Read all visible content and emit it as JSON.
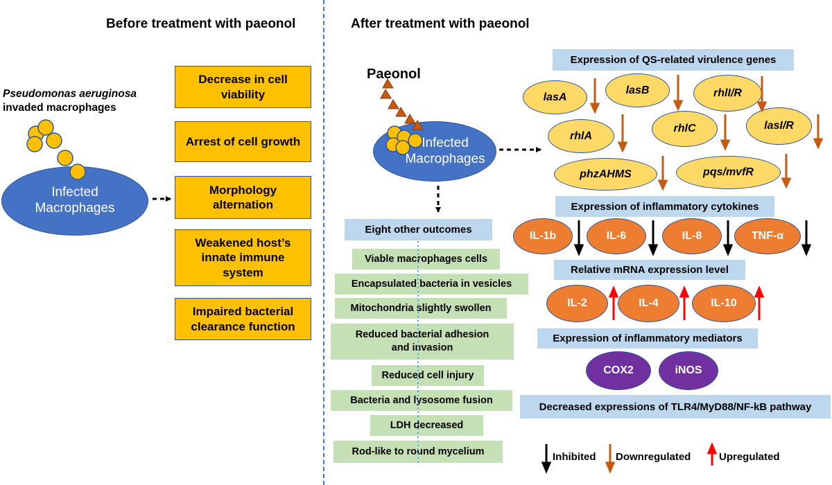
{
  "colors": {
    "divider": "#4472c4",
    "macrophage": "#4472c4",
    "bacteria": "#ffc000",
    "outcome_box": "#ffc000",
    "header_box": "#bdd7ee",
    "green_box": "#c5e0b4",
    "gene_oval": "#ffd966",
    "cytokine_oval": "#ed7d31",
    "mediator_oval": "#7030a0",
    "paeonol_triangle": "#c55a11",
    "inhibited_arrow": "#000000",
    "downregulated_arrow": "#c55a11",
    "upregulated_arrow": "#ff0000"
  },
  "left": {
    "heading": "Before treatment with paeonol",
    "caption_italic": "Pseudomonas aeruginosa",
    "caption_rest": "invaded macrophages",
    "macrophage_line1": "Infected",
    "macrophage_line2": "Macrophages",
    "outcomes": [
      "Decrease in cell viability",
      "Arrest of cell growth",
      "Morphology alternation",
      "Weakened host’s innate immune system",
      "Impaired bacterial clearance function"
    ]
  },
  "right": {
    "heading": "After treatment with paeonol",
    "paeonol_label": "Paeonol",
    "macrophage_line1": "Infected",
    "macrophage_line2": "Macrophages",
    "other_outcomes_title": "Eight other outcomes",
    "other_outcomes": [
      "Viable macrophages cells",
      "Encapsulated bacteria in vesicles",
      "Mitochondria slightly swollen",
      "Reduced bacterial adhesion and invasion",
      "Reduced cell injury",
      "Bacteria and lysosome fusion",
      "LDH decreased",
      "Rod-like to round mycelium"
    ],
    "qs_title": "Expression of QS-related virulence genes",
    "qs_genes": [
      "lasA",
      "lasB",
      "rhlI/R",
      "rhlA",
      "rhlC",
      "lasI/R",
      "phzAHMS",
      "pqs/mvfR"
    ],
    "cytokines_title": "Expression of inflammatory cytokines",
    "cytokines": [
      "IL-1b",
      "IL-6",
      "IL-8",
      "TNF-α"
    ],
    "mrna_title": "Relative mRNA expression level",
    "mrna": [
      "IL-2",
      "IL-4",
      "IL-10"
    ],
    "mediators_title": "Expression of inflammatory mediators",
    "mediators": [
      "COX2",
      "iNOS"
    ],
    "pathway": "Decreased expressions of TLR4/MyD88/NF-kB pathway"
  },
  "legend": {
    "inhibited": "Inhibited",
    "downregulated": "Downregulated",
    "upregulated": "Upregulated"
  }
}
